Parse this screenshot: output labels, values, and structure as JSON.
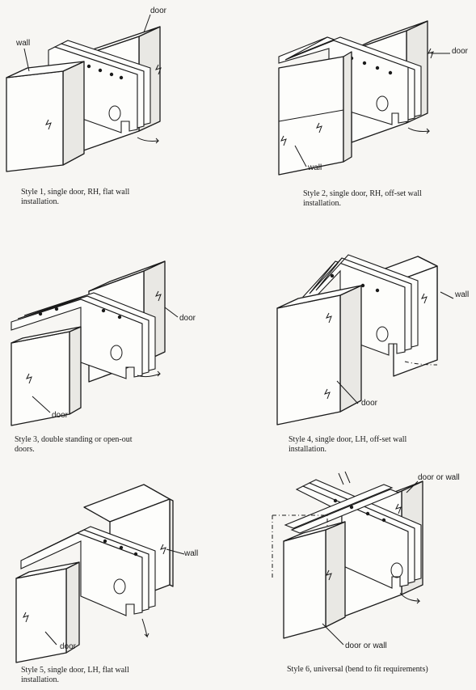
{
  "styles": [
    {
      "caption_line1": "Style 1, single door, RH, flat wall",
      "caption_line2": "installation.",
      "labels": {
        "a": "wall",
        "b": "door"
      }
    },
    {
      "caption_line1": "Style 2, single door, RH, off-set wall",
      "caption_line2": "installation.",
      "labels": {
        "a": "wall",
        "b": "door"
      }
    },
    {
      "caption_line1": "Style 3, double standing or open-out",
      "caption_line2": "doors.",
      "labels": {
        "a": "door",
        "b": "door"
      }
    },
    {
      "caption_line1": "Style 4, single door, LH, off-set  wall",
      "caption_line2": "installation.",
      "labels": {
        "a": "wall",
        "b": "door"
      }
    },
    {
      "caption_line1": "Style 5, single door, LH, flat wall",
      "caption_line2": "installation.",
      "labels": {
        "a": "wall",
        "b": "door"
      }
    },
    {
      "caption_line1": "Style 6, universal (bend to fit requirements)",
      "caption_line2": "",
      "labels": {
        "a": "door or wall",
        "b": "door or wall"
      }
    }
  ]
}
